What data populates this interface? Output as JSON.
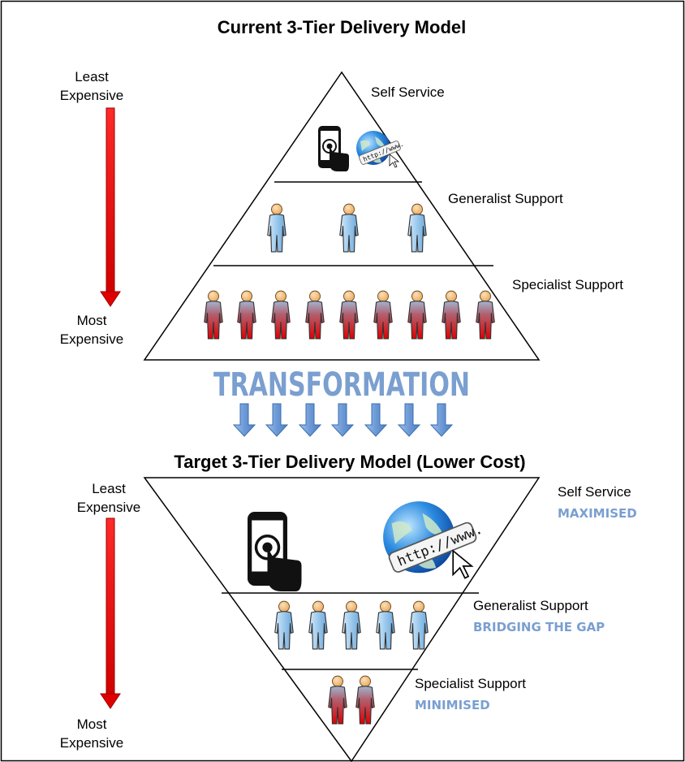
{
  "current": {
    "title": "Current 3-Tier Delivery Model",
    "scale_top_line1": "Least",
    "scale_top_line2": "Expensive",
    "scale_bottom_line1": "Most",
    "scale_bottom_line2": "Expensive",
    "tiers": [
      {
        "label": "Self Service",
        "icons": [
          "mobile-touch-icon",
          "web-globe-icon"
        ]
      },
      {
        "label": "Generalist Support",
        "people": 3,
        "person_color": "light-blue"
      },
      {
        "label": "Specialist Support",
        "people": 9,
        "person_color": "red"
      }
    ]
  },
  "transformation": {
    "label": "TRANSFORMATION",
    "arrow_count": 7
  },
  "target": {
    "title": "Target 3-Tier Delivery Model (Lower Cost)",
    "scale_top_line1": "Least",
    "scale_top_line2": "Expensive",
    "scale_bottom_line1": "Most",
    "scale_bottom_line2": "Expensive",
    "tiers": [
      {
        "label": "Self Service",
        "status": "MAXIMISED",
        "icons": [
          "mobile-touch-icon",
          "web-globe-icon"
        ]
      },
      {
        "label": "Generalist Support",
        "status": "BRIDGING THE GAP",
        "people": 5,
        "person_color": "light-blue"
      },
      {
        "label": "Specialist Support",
        "status": "MINIMISED",
        "people": 2,
        "person_color": "red"
      }
    ]
  },
  "colors": {
    "scale_arrow": "#e00000",
    "transform_text": "#7a9fd0",
    "down_arrow_fill": "#7ea6dc",
    "generalist_person": "#9cc8ec",
    "specialist_person": "#c81414"
  },
  "url_text": "http://www."
}
